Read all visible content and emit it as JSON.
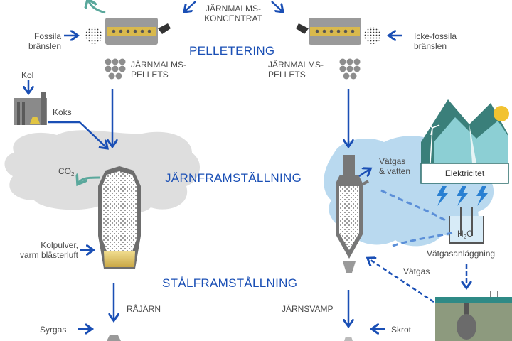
{
  "stages": {
    "pelletering": "PELLETERING",
    "jarnframstallning": "JÄRNFRAMSTÄLLNING",
    "stalframstallning": "STÅLFRAMSTÅLLNING"
  },
  "labels": {
    "jarnmalmskoncentrat_1": "JÄRNMALMS-",
    "jarnmalmskoncentrat_2": "KONCENTRAT",
    "fossila_1": "Fossila",
    "fossila_2": "bränslen",
    "ickefossila_1": "Icke-fossila",
    "ickefossila_2": "bränslen",
    "pellets_left_1": "JÄRNMALMS-",
    "pellets_left_2": "PELLETS",
    "pellets_right_1": "JÄRNMALMS-",
    "pellets_right_2": "PELLETS",
    "kol": "Kol",
    "koks": "Koks",
    "co2_main": "CO",
    "co2_sub": "2",
    "kolpulver_1": "Kolpulver,",
    "kolpulver_2": "varm blästerluft",
    "vatgas_vatten_1": "Vätgas",
    "vatgas_vatten_2": "& vatten",
    "elektricitet": "Elektricitet",
    "h2o_main": "H",
    "h2o_sub": "2",
    "h2o_end": "O",
    "vatgasanlaggning": "Vätgasanläggning",
    "vatgas": "Vätgas",
    "rajarn": "RÅJÄRN",
    "jarnsvamp": "JÄRNSVAMP",
    "syrgas": "Syrgas",
    "skrot": "Skrot"
  },
  "colors": {
    "accent_blue": "#1a4fb5",
    "teal_arrow": "#5aa89c",
    "light_blue_cloud": "#b9d9ef",
    "grey_cloud": "#dedede",
    "pellet_grey": "#8d8d8d",
    "gold": "#d9b94c"
  }
}
